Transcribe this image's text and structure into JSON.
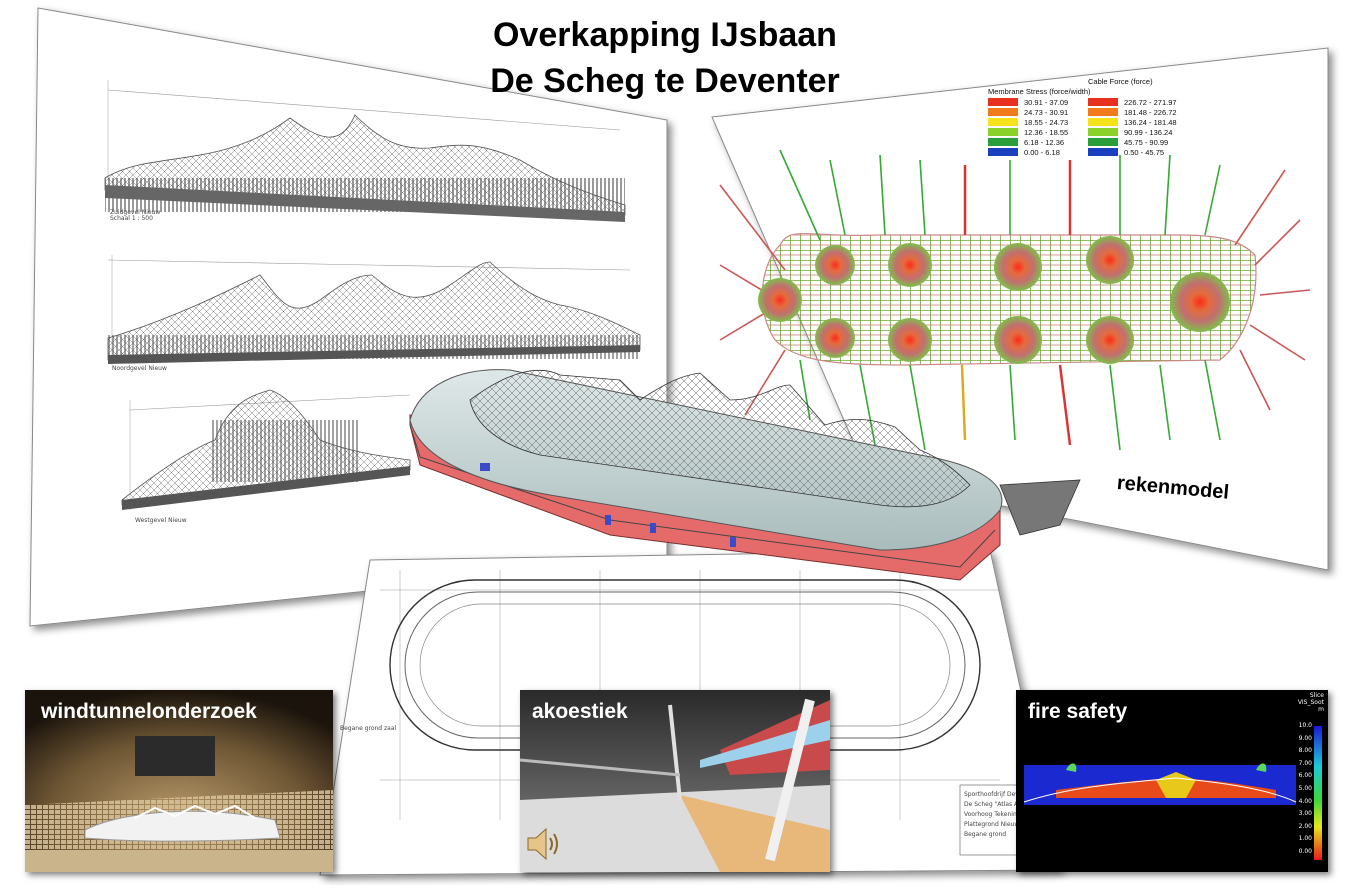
{
  "title": {
    "line1": "Overkapping IJsbaan",
    "line2": "De Scheg te Deventer"
  },
  "panels": {
    "rekenmodel": {
      "label": "rekenmodel"
    },
    "windtunnel": {
      "label": "windtunnelonderzoek"
    },
    "akoestiek": {
      "label": "akoestiek",
      "icon": "speaker-icon"
    },
    "fire_safety": {
      "label": "fire safety",
      "scale_title_1": "Slice",
      "scale_title_2": "VIS_Soot",
      "scale_unit": "m",
      "scale_ticks": [
        "10.0",
        "9.00",
        "8.00",
        "7.00",
        "6.00",
        "5.00",
        "4.00",
        "3.00",
        "2.00",
        "1.00",
        "0.00"
      ]
    }
  },
  "elevations": {
    "south": "Zuidgevel Nieuw",
    "north": "Noordgevel Nieuw",
    "west": "Westgevel Nieuw",
    "scale_note": "Schaal 1 : 500"
  },
  "legend": {
    "membrane_title": "Membrane Stress (force/width)",
    "membrane_items": [
      {
        "range": "30.91 - 37.09",
        "color": "#e8301e"
      },
      {
        "range": "24.73 - 30.91",
        "color": "#f07a1c"
      },
      {
        "range": "18.55 - 24.73",
        "color": "#f5e21a"
      },
      {
        "range": "12.36 - 18.55",
        "color": "#8ad22a"
      },
      {
        "range": "6.18 - 12.36",
        "color": "#2a9e3a"
      },
      {
        "range": "0.00 - 6.18",
        "color": "#1a3fbf"
      }
    ],
    "cable_title": "Cable Force (force)",
    "cable_items": [
      {
        "range": "226.72 - 271.97",
        "color": "#e8301e"
      },
      {
        "range": "181.48 - 226.72",
        "color": "#f07a1c"
      },
      {
        "range": "136.24 - 181.48",
        "color": "#f5e21a"
      },
      {
        "range": "90.99 - 136.24",
        "color": "#8ad22a"
      },
      {
        "range": "45.75 - 90.99",
        "color": "#2a9e3a"
      },
      {
        "range": "0.50 - 45.75",
        "color": "#1a3fbf"
      }
    ]
  },
  "plan": {
    "floor_label": "Begane grond zaal",
    "titleblock_lines": [
      "Sporthoofdrijf Deventer",
      "De Scheg \"Atlas Ar",
      "Voorhoog Tekening",
      "Plattegrond Nieuw",
      "Begane grond"
    ]
  }
}
